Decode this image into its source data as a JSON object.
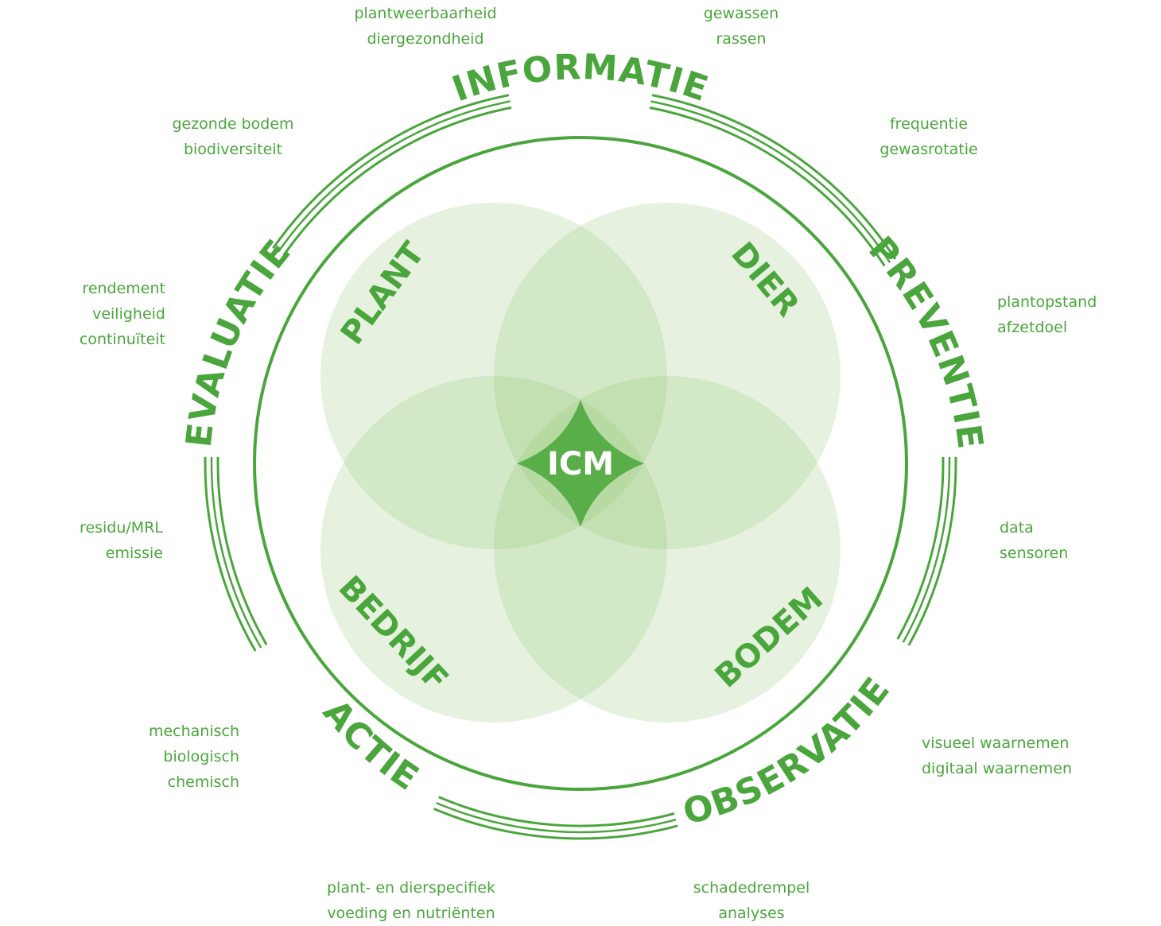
{
  "colors": {
    "accent": "#4aa63c",
    "core": "#5aae4a",
    "petal_fill": "#8cc56f",
    "background": "#ffffff"
  },
  "center": {
    "label": "ICM"
  },
  "petals": [
    {
      "key": "plant",
      "label": "PLANT"
    },
    {
      "key": "dier",
      "label": "DIER"
    },
    {
      "key": "bedrijf",
      "label": "BEDRIJF"
    },
    {
      "key": "bodem",
      "label": "BODEM"
    }
  ],
  "ring_labels": [
    {
      "key": "informatie",
      "label": "INFORMATIE"
    },
    {
      "key": "preventie",
      "label": "PREVENTIE"
    },
    {
      "key": "observatie",
      "label": "OBSERVATIE"
    },
    {
      "key": "actie",
      "label": "ACTIE"
    },
    {
      "key": "evaluatie",
      "label": "EVALUATIE"
    }
  ],
  "notes": {
    "top_left": [
      "plantweerbaarheid",
      "diergezondheid"
    ],
    "top_right": [
      "gewassen",
      "rassen"
    ],
    "upper_left": [
      "gezonde bodem",
      "biodiversiteit"
    ],
    "upper_right": [
      "frequentie",
      "gewasrotatie"
    ],
    "left_upper": [
      "rendement",
      "veiligheid",
      "continuïteit"
    ],
    "right_upper": [
      "plantopstand",
      "afzetdoel"
    ],
    "left_lower": [
      "residu/MRL",
      "emissie"
    ],
    "right_lower": [
      "data",
      "sensoren"
    ],
    "lower_left": [
      "mechanisch",
      "biologisch",
      "chemisch"
    ],
    "lower_right": [
      "visueel waarnemen",
      "digitaal waarnemen"
    ],
    "bottom_left": [
      "plant- en dierspecifiek",
      "voeding en nutriënten"
    ],
    "bottom_right": [
      "schadedrempel",
      "analyses"
    ]
  }
}
